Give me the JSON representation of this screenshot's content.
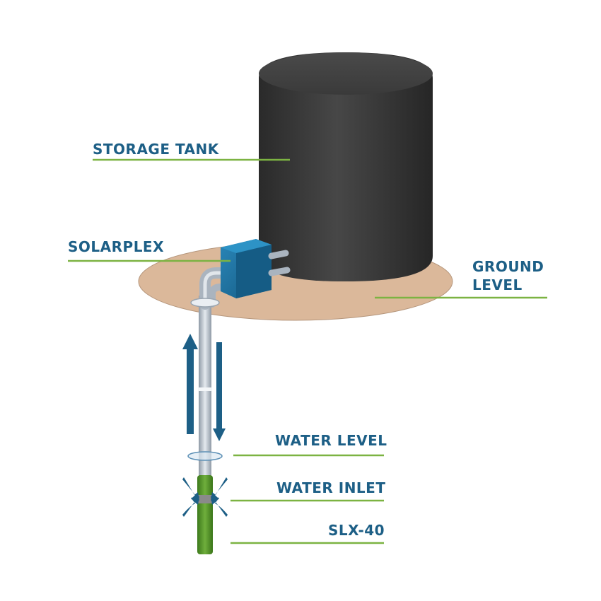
{
  "labels": {
    "storage_tank": "STORAGE TANK",
    "solarplex": "SOLARPLEX",
    "ground_level_line1": "GROUND",
    "ground_level_line2": "LEVEL",
    "water_level": "WATER LEVEL",
    "water_inlet": "WATER INLET",
    "pump_model": "SLX-40"
  },
  "colors": {
    "label_text": "#1d5f86",
    "leader_line": "#7cb342",
    "tank": "#3a3a3a",
    "ground": "#dbb89a",
    "controller_box": "#1c6e9a",
    "pipe": "#b9c4d0",
    "pump": "#4f8f26",
    "flow_arrow": "#1d5f86"
  }
}
